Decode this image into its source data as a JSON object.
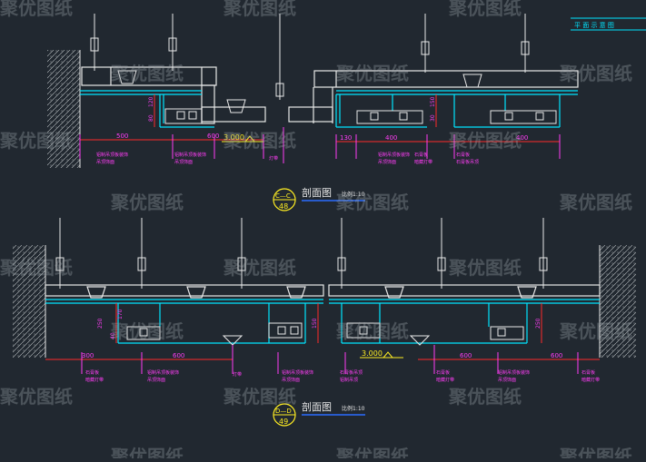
{
  "colors": {
    "background": "#212830",
    "cyan": "#00e5ff",
    "white": "#e8e8e8",
    "magenta": "#ff3df5",
    "red": "#ff2a2a",
    "yellow": "#ffee22",
    "watermark": "#9aa2aa"
  },
  "watermark_text": "聚优图纸",
  "top_right_caption": "平 面 示 意 图",
  "section_top": {
    "title": "剖面图",
    "scale": "比例1:10",
    "symbol_top": "C—C",
    "symbol_bottom": "48",
    "level": "3.000",
    "dims_horizontal": [
      "500",
      "600",
      "130",
      "400",
      "400"
    ],
    "dims_vertical": [
      "80",
      "120",
      "30",
      "150"
    ],
    "notes": [
      "铝制吊顶板装饰",
      "吊顶饰面",
      "铝制吊顶板装饰",
      "吊顶饰面",
      "灯带",
      "石膏板",
      "暗藏灯带",
      "石膏板",
      "石膏板吊顶"
    ]
  },
  "section_bottom": {
    "title": "剖面图",
    "scale": "比例1:10",
    "symbol_top": "D—D",
    "symbol_bottom": "49",
    "level": "3.000",
    "dims_horizontal": [
      "300",
      "600",
      "600",
      "600"
    ],
    "dims_vertical": [
      "250",
      "40",
      "170",
      "150",
      "250"
    ],
    "notes": [
      "石膏板",
      "暗藏灯带",
      "铝制吊顶板装饰",
      "吊顶饰面",
      "灯带",
      "铝制吊顶板装饰",
      "吊顶饰面",
      "石膏板吊顶",
      "铝制吊顶",
      "石膏板",
      "暗藏灯带",
      "铝制吊顶板装饰",
      "吊顶饰面",
      "石膏板",
      "暗藏灯带"
    ]
  }
}
